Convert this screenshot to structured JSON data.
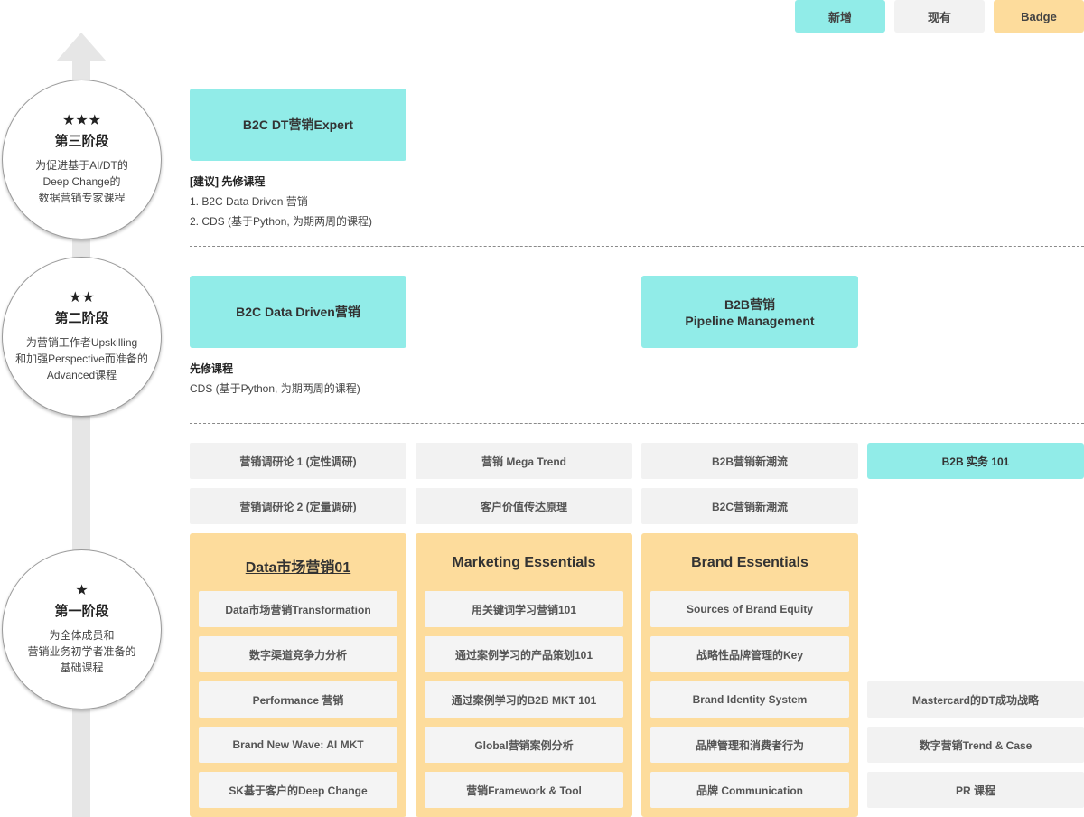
{
  "legend": {
    "new": {
      "label": "新增",
      "color": "#91ece8"
    },
    "existing": {
      "label": "现有",
      "color": "#f2f2f2"
    },
    "badge": {
      "label": "Badge",
      "color": "#fddc9c"
    }
  },
  "stages": {
    "stage3": {
      "stars": "★★★",
      "title": "第三阶段",
      "desc": [
        "为促进基于AI/DT的",
        "Deep Change的",
        "数据营销专家课程"
      ]
    },
    "stage2": {
      "stars": "★★",
      "title": "第二阶段",
      "desc": [
        "为营销工作者Upskilling",
        "和加强Perspective而准备的",
        "Advanced课程"
      ]
    },
    "stage1": {
      "stars": "★",
      "title": "第一阶段",
      "desc": [
        "为全体成员和",
        "营销业务初学者准备的",
        "基础课程"
      ]
    }
  },
  "level3": {
    "course": "B2C DT营销Expert",
    "prereq_title": "[建议] 先修课程",
    "prereq_lines": [
      "1. B2C Data Driven 营销",
      "2. CDS (基于Python, 为期两周的课程)"
    ]
  },
  "level2": {
    "course_b2c": "B2C Data Driven营销",
    "course_b2b": [
      "B2B营销",
      "Pipeline Management"
    ],
    "prereq_title": "先修课程",
    "prereq_line": "CDS (基于Python, 为期两周的课程)"
  },
  "level1": {
    "row1": [
      "营销调研论 1 (定性调研)",
      "营销 Mega Trend",
      "B2B营销新潮流",
      "B2B 实务 101"
    ],
    "row2": [
      "营销调研论 2 (定量调研)",
      "客户价值传达原理",
      "B2C营销新潮流"
    ],
    "groups": [
      {
        "title": "Data市场营销01",
        "items": [
          "Data市场营销Transformation",
          "数字渠道竞争力分析",
          "Performance 营销",
          "Brand New Wave: AI MKT",
          "SK基于客户的Deep Change"
        ]
      },
      {
        "title": "Marketing Essentials",
        "items": [
          "用关键词学习营销101",
          "通过案例学习的产品策划101",
          "通过案例学习的B2B MKT 101",
          "Global营销案例分析",
          "营销Framework & Tool"
        ]
      },
      {
        "title": "Brand Essentials",
        "items": [
          "Sources of Brand Equity",
          "战略性品牌管理的Key",
          "Brand Identity System",
          "品牌管理和消费者行为",
          "品牌 Communication"
        ]
      }
    ],
    "extras": [
      "Mastercard的DT成功战略",
      "数字营销Trend & Case",
      "PR 课程"
    ]
  }
}
